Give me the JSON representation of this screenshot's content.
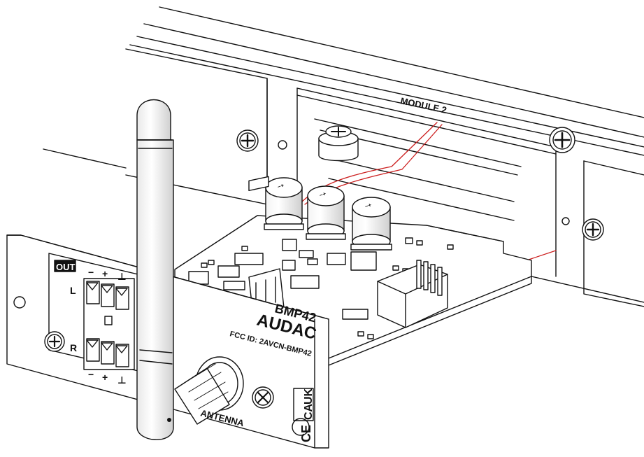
{
  "labels": {
    "module_slot": "MODULE 2",
    "model": "BMP42",
    "brand": "AUDAC",
    "fcc": "FCC ID: 2AVCN-BMP42",
    "antenna": "ANTENNA",
    "out": "OUT",
    "left_channel": "L",
    "right_channel": "R",
    "minus": "−",
    "plus": "+",
    "ground": "⊥",
    "ukca_top": "UK",
    "ukca_bottom": "CA",
    "ce": "CE"
  },
  "colors": {
    "line": "#111111",
    "wire": "#cc1f1f",
    "face": "#ffffff",
    "shade": "#dcdcdc"
  }
}
